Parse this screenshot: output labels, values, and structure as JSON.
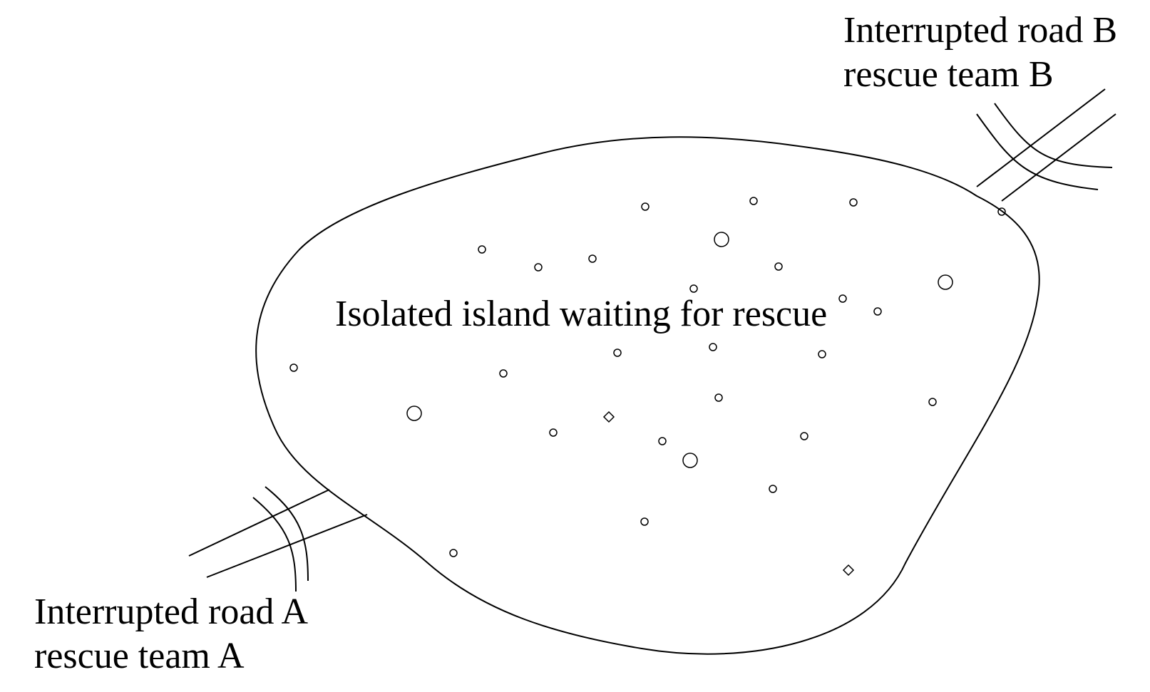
{
  "labels": {
    "road_b_title": "Interrupted road B",
    "road_b_team": "rescue team B",
    "road_a_title": "Interrupted road A",
    "road_a_team": "rescue team A",
    "center": "Isolated island waiting for rescue"
  },
  "colors": {
    "stroke": "#000000",
    "background": "#ffffff"
  }
}
